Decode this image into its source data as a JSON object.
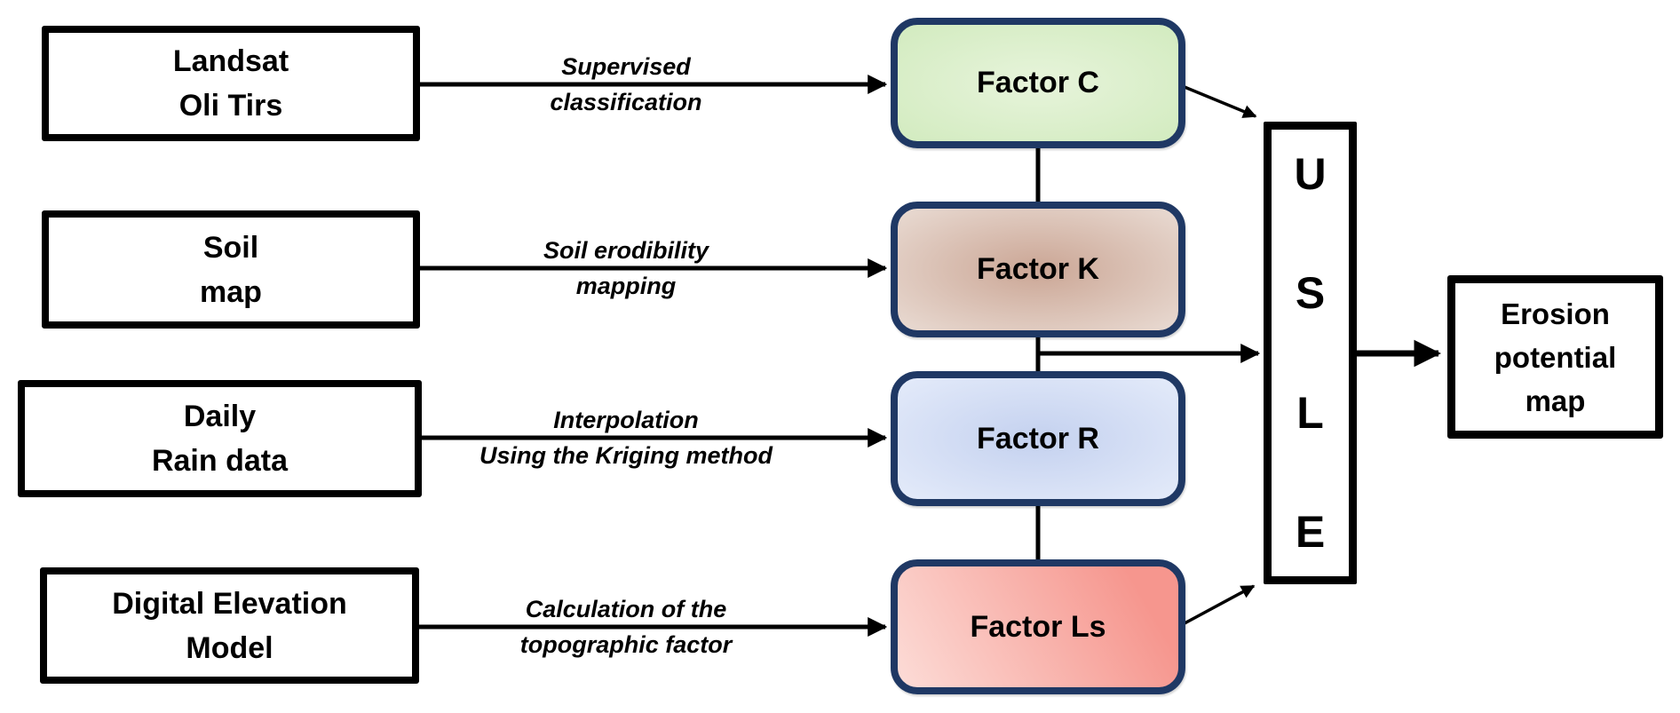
{
  "diagram": {
    "inputs": [
      {
        "line1": "Landsat",
        "line2": "Oli Tirs"
      },
      {
        "line1": "Soil",
        "line2": "map"
      },
      {
        "line1": "Daily",
        "line2": "Rain data"
      },
      {
        "line1": "Digital Elevation",
        "line2": "Model"
      }
    ],
    "processes": [
      {
        "line1": "Supervised",
        "line2": "classification"
      },
      {
        "line1": "Soil erodibility",
        "line2": "mapping"
      },
      {
        "line1": "Interpolation",
        "line2": "Using the Kriging method"
      },
      {
        "line1": "Calculation of the",
        "line2": "topographic factor"
      }
    ],
    "factors": [
      {
        "label": "Factor C",
        "color_center": "#e7f4db",
        "color_edge": "#d2ebbf",
        "fill_css": "radial-gradient(ellipse at center, #e7f4db 0%, #d2ebbf 100%)"
      },
      {
        "label": "Factor K",
        "color_center": "#cba695",
        "color_edge": "#e9dbd3",
        "fill_css": "radial-gradient(ellipse at center, #cba695 0%, #e9dbd3 100%)"
      },
      {
        "label": "Factor R",
        "color_center": "#c4d1ef",
        "color_edge": "#e4ebfa",
        "fill_css": "radial-gradient(ellipse at center, #c4d1ef 0%, #e4ebfa 100%)"
      },
      {
        "label": "Factor Ls",
        "color_light": "#fcdcd7",
        "color_dark": "#f6968e",
        "fill_css": "linear-gradient(60deg, #fcdcd7 0%, #f6968e 85%)"
      }
    ],
    "model": {
      "letters": [
        "U",
        "S",
        "L",
        "E"
      ]
    },
    "output": {
      "line1": "Erosion",
      "line2": "potential",
      "line3": "map"
    },
    "colors": {
      "factor_border": "#1f3864",
      "box_border": "#000000",
      "arrow": "#000000",
      "background": "#ffffff"
    }
  }
}
